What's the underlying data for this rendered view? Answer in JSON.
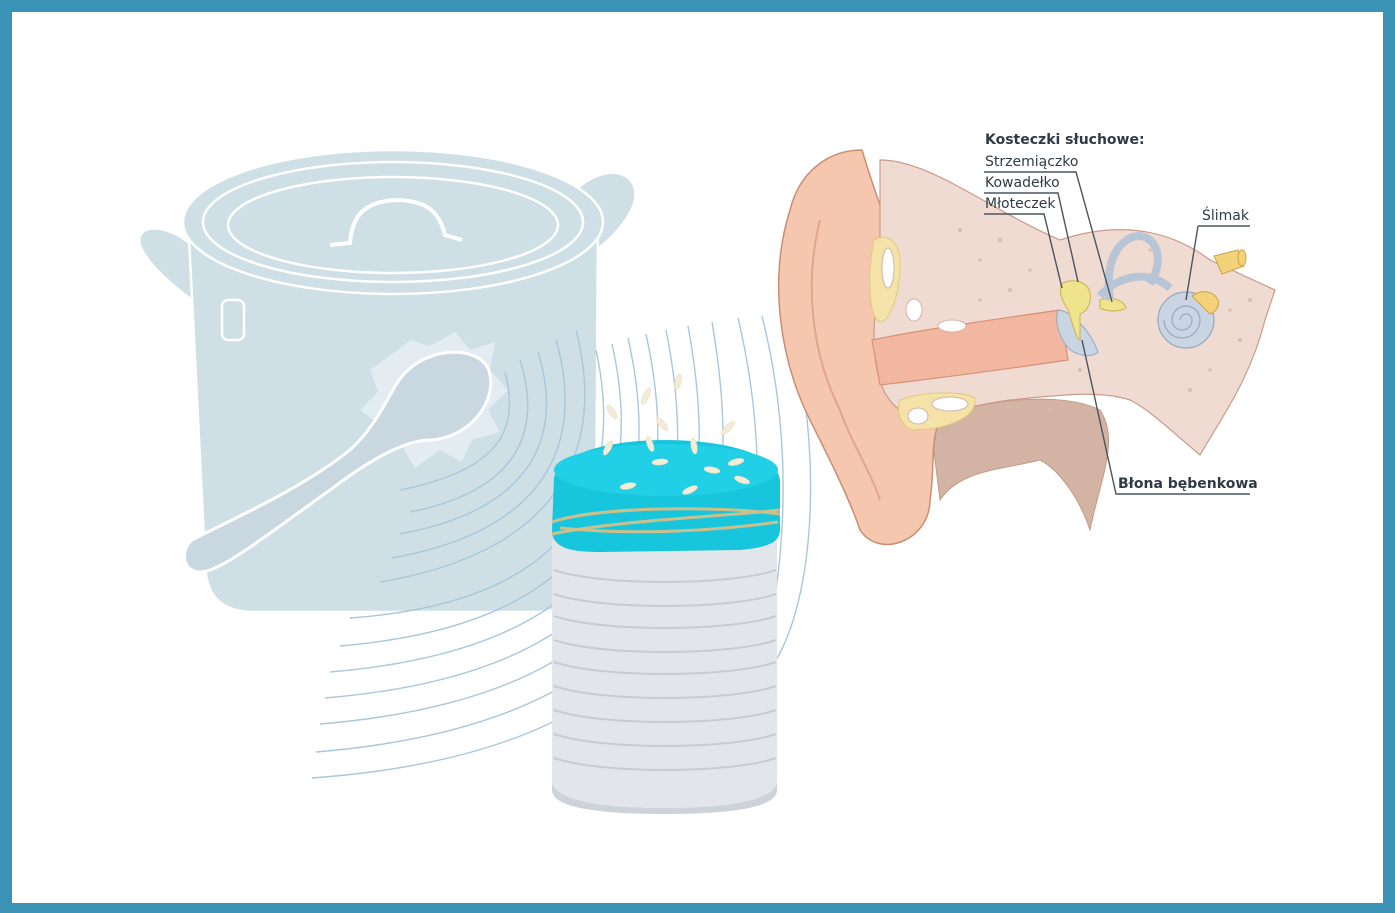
{
  "labels": {
    "ossicles_heading": "Kosteczki słuchowe:",
    "stapes": "Strzemiączko",
    "incus": "Kowadełko",
    "malleus": "Młoteczek",
    "cochlea": "Ślimak",
    "eardrum": "Błona bębenkowa"
  },
  "icons": [
    "cooking-pot-icon",
    "spoon-icon",
    "tin-can-icon",
    "rice-grain-icon",
    "ear-anatomy-icon",
    "sound-waves-icon"
  ],
  "colors": {
    "frame": "#3a93b4",
    "pot": "#cfdfe6",
    "can_cover": "#17c6dd",
    "rubber_band": "#cdbf8a",
    "sound_wave": "#a7c7dd",
    "skin": "#f4c7ae",
    "bone": "#f0dbd2",
    "ossicle": "#efe38e",
    "cochlea": "#c9d5e3"
  }
}
